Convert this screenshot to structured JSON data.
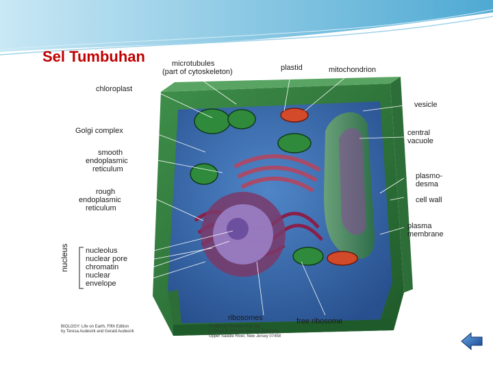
{
  "slide": {
    "title": "Sel Tumbuhan"
  },
  "diagram": {
    "labels": {
      "microtubules": "microtubules",
      "microtubules_sub": "(part of cytoskeleton)",
      "plastid": "plastid",
      "mitochondrion": "mitochondrion",
      "chloroplast": "chloroplast",
      "vesicle": "vesicle",
      "golgi_complex": "Golgi complex",
      "central_vacuole_1": "central",
      "central_vacuole_2": "vacuole",
      "smooth_er_1": "smooth",
      "smooth_er_2": "endoplasmic",
      "smooth_er_3": "reticulum",
      "plasmodesma_1": "plasmo-",
      "plasmodesma_2": "desma",
      "rough_er_1": "rough",
      "rough_er_2": "endoplasmic",
      "rough_er_3": "reticulum",
      "cell_wall": "cell wall",
      "plasma_membrane_1": "plasma",
      "plasma_membrane_2": "membrane",
      "nucleolus": "nucleolus",
      "nuclear_pore": "nuclear pore",
      "chromatin": "chromatin",
      "nuclear_envelope_1": "nuclear",
      "nuclear_envelope_2": "envelope",
      "nucleus": "nucleus",
      "ribosomes": "ribosomes",
      "free_ribosome": "free ribosome"
    },
    "credits": {
      "left_1": "BIOLOGY: Life on Earth, Fifth Edition",
      "left_2": "by Teresa Audesirk and Gerald Audesirk",
      "right_1": "© 1999 by Prentice-Hall, Inc.",
      "right_2": "A Simon & Schuster/Viacom Company",
      "right_3": "Upper Saddle River, New Jersey 07458"
    }
  },
  "navigation": {
    "back_icon": "back-arrow-icon",
    "accent_color": "#1f5fb0"
  },
  "theme": {
    "title_color": "#c00000",
    "swoosh_color": "#5fb3d9"
  }
}
